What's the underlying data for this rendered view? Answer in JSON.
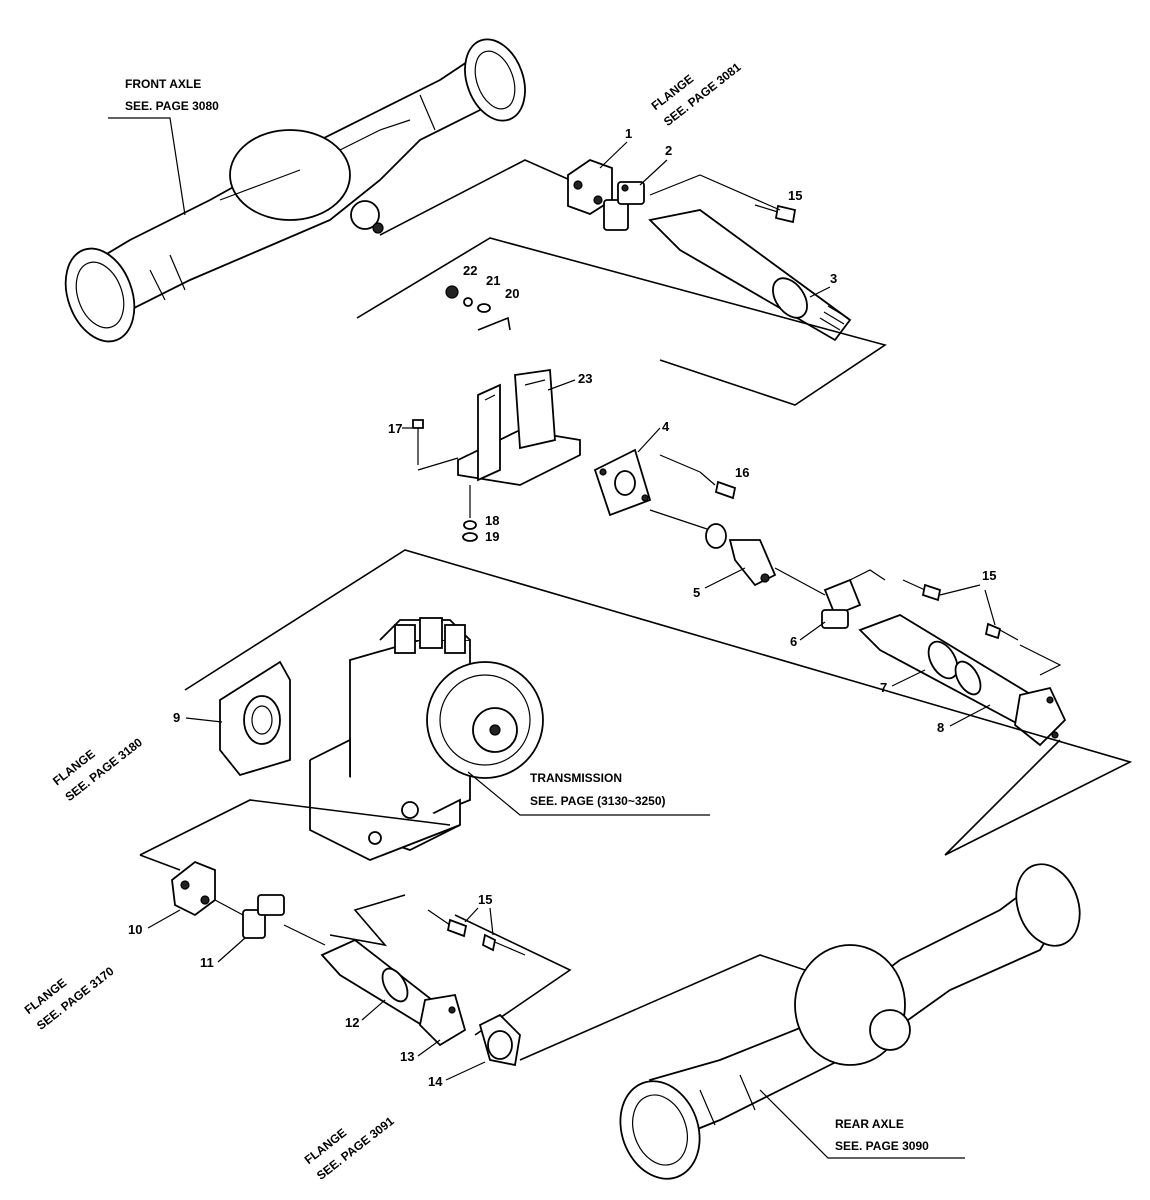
{
  "labels": {
    "front_axle": [
      "FRONT AXLE",
      "SEE. PAGE 3080"
    ],
    "flange_top": [
      "FLANGE",
      "SEE. PAGE 3081"
    ],
    "flange_left": [
      "FLANGE",
      "SEE. PAGE 3180"
    ],
    "transmission": [
      "TRANSMISSION",
      "SEE. PAGE (3130~3250)"
    ],
    "flange_lower_left": [
      "FLANGE",
      "SEE. PAGE 3170"
    ],
    "flange_bottom": [
      "FLANGE",
      "SEE. PAGE 3091"
    ],
    "rear_axle": [
      "REAR AXLE",
      "SEE. PAGE 3090"
    ]
  },
  "part_numbers": {
    "p1": "1",
    "p2": "2",
    "p3": "3",
    "p4": "4",
    "p5": "5",
    "p6": "6",
    "p7": "7",
    "p8": "8",
    "p9": "9",
    "p10": "10",
    "p11": "11",
    "p12": "12",
    "p13": "13",
    "p14": "14",
    "p15a": "15",
    "p15b": "15",
    "p15c": "15",
    "p16": "16",
    "p17": "17",
    "p18": "18",
    "p19": "19",
    "p20": "20",
    "p21": "21",
    "p22": "22",
    "p23": "23"
  }
}
